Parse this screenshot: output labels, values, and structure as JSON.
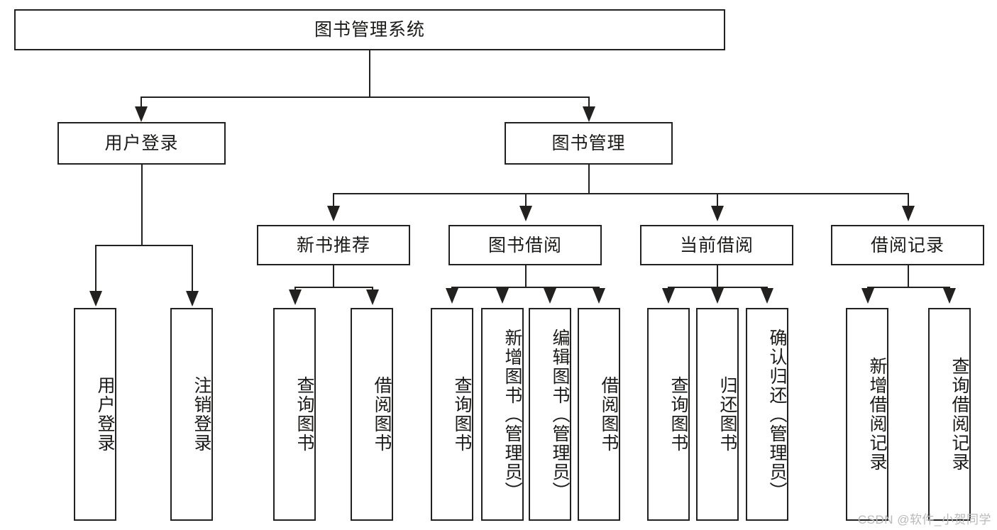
{
  "diagram": {
    "title": "图书管理系统",
    "root": {
      "label": "图书管理系统"
    },
    "level1": [
      {
        "label": "用户登录"
      },
      {
        "label": "图书管理"
      }
    ],
    "level2": [
      {
        "label": "新书推荐"
      },
      {
        "label": "图书借阅"
      },
      {
        "label": "当前借阅"
      },
      {
        "label": "借阅记录"
      }
    ],
    "leaves": {
      "user_login": [
        {
          "label": "用户登录"
        },
        {
          "label": "注销登录"
        }
      ],
      "new_book_recommend": [
        {
          "label": "查询图书"
        },
        {
          "label": "借阅图书"
        }
      ],
      "book_borrow": [
        {
          "label": "查询图书"
        },
        {
          "label": "新增图书（管理员）"
        },
        {
          "label": "编辑图书（管理员）"
        },
        {
          "label": "借阅图书"
        }
      ],
      "current_borrow": [
        {
          "label": "查询图书"
        },
        {
          "label": "归还图书"
        },
        {
          "label": "确认归还（管理员）"
        }
      ],
      "borrow_record": [
        {
          "label": "新增借阅记录"
        },
        {
          "label": "查询借阅记录"
        }
      ]
    },
    "watermark": "CSDN @软件_小贺同学",
    "colors": {
      "stroke": "#23211f",
      "background": "#ffffff",
      "text": "#1b1a18",
      "watermark": "#b9b9b9"
    }
  }
}
